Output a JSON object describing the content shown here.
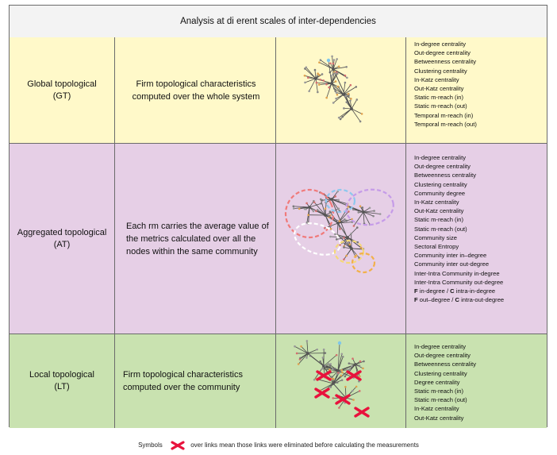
{
  "header": {
    "title": "Analysis at di   erent scales of inter-dependencies"
  },
  "rows": [
    {
      "key": "gt",
      "label_line1": "Global topological",
      "label_line2": "(GT)",
      "description": "Firm topological characteristics computed over the whole system",
      "metrics": [
        "In-degree centrality",
        "Out-degree centrality",
        "Betweenness centrality",
        "Clustering centrality",
        "In-Katz centrality",
        "Out-Katz centrality",
        "Static m-reach (in)",
        "Static m-reach (out)",
        "Temporal m-reach (in)",
        "Temporal m-reach (out)"
      ]
    },
    {
      "key": "at",
      "label_line1": "Aggregated topological",
      "label_line2": "(AT)",
      "description": "Each   rm carries the average value of the metrics calculated over all the nodes within the same community",
      "metrics": [
        "In-degree centrality",
        "Out-degree centrality",
        "Betweenness centrality",
        "Clustering centrality",
        "Community degree",
        "In-Katz centrality",
        "Out-Katz centrality",
        "Static m-reach (in)",
        "Static m-reach (out)",
        "Community size",
        "Sectoral Entropy",
        "Community inter in–degree",
        "Community  inter out-degree",
        "Inter-Intra Community in-degree",
        "Inter-Intra Community out-degree"
      ],
      "metrics_bold": [
        {
          "b1": "F",
          "t1": " in-degree / ",
          "b2": "C",
          "t2": " intra-in-degree"
        },
        {
          "b1": "F",
          "t1": " out–degree / ",
          "b2": "C",
          "t2": " intra-out-degree"
        }
      ]
    },
    {
      "key": "lt",
      "label_line1": "Local topological",
      "label_line2": "(LT)",
      "description": "Firm topological characteristics computed over the community",
      "metrics": [
        "In-degree centrality",
        "Out-degree centrality",
        "Betweenness centrality",
        "Clustering centrality",
        "Degree centrality",
        "Static m-reach (in)",
        "Static m-reach (out)",
        "In-Katz centrality",
        "Out-Katz centrality"
      ]
    }
  ],
  "footer": {
    "prefix": "Symbols",
    "text": "over links mean those links were eliminated before calculating the measurements"
  },
  "colors": {
    "gt_bg": "#fff9c9",
    "at_bg": "#e6cfe6",
    "lt_bg": "#c9e2b0",
    "header_bg": "#f3f3f3",
    "cross": "#e8123c",
    "community_red": "#f07a7a",
    "community_blue": "#8ec8ee",
    "community_purple": "#c59be8",
    "community_white": "#ffffff",
    "community_yellow": "#f5d878",
    "community_orange": "#f2b04a"
  }
}
